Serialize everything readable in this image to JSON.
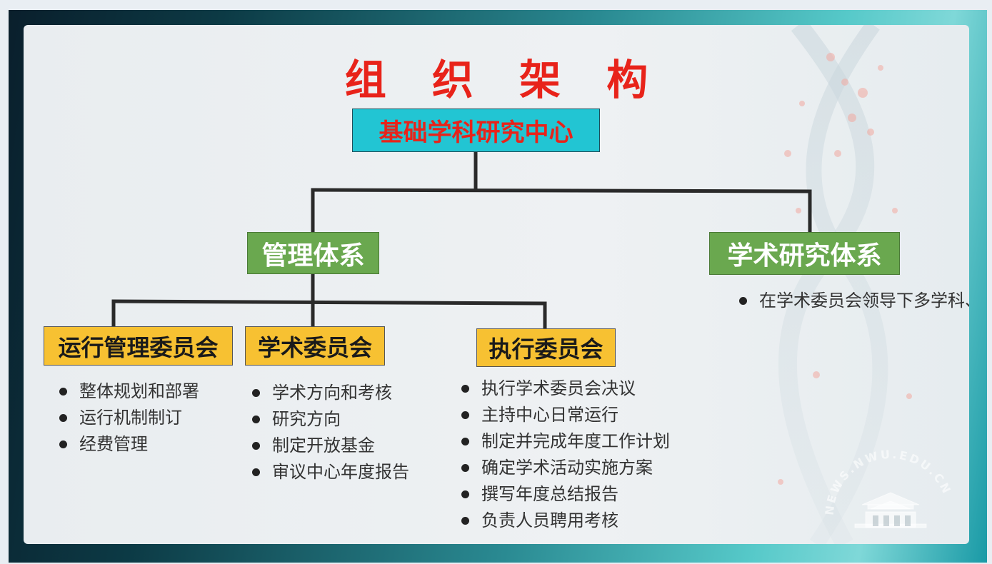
{
  "title": "组 织 架 构",
  "root": {
    "label": "基础学科研究中心"
  },
  "branches": [
    {
      "label": "管理体系",
      "children": [
        {
          "label": "运行管理委员会",
          "items": [
            "整体规划和部署",
            "运行机制制订",
            "经费管理"
          ]
        },
        {
          "label": "学术委员会",
          "items": [
            "学术方向和考核",
            "研究方向",
            "制定开放基金",
            "审议中心年度报告"
          ]
        },
        {
          "label": "执行委员会",
          "items": [
            "执行学术委员会决议",
            "主持中心日常运行",
            "制定并完成年度工作计划",
            "确定学术活动实施方案",
            "撰写年度总结报告",
            "负责人员聘用考核"
          ]
        }
      ]
    },
    {
      "label": "学术研究体系",
      "items": [
        "在学术委员会领导下多学科、多研究方向合作交流制"
      ]
    }
  ],
  "colors": {
    "title": "#e8231a",
    "root_fill": "#22c5d3",
    "branch_fill": "#6aa84f",
    "committee_fill": "#f7c132",
    "connector": "#2a2a2a"
  },
  "watermark": "NEWS.NWU.EDU.CN"
}
